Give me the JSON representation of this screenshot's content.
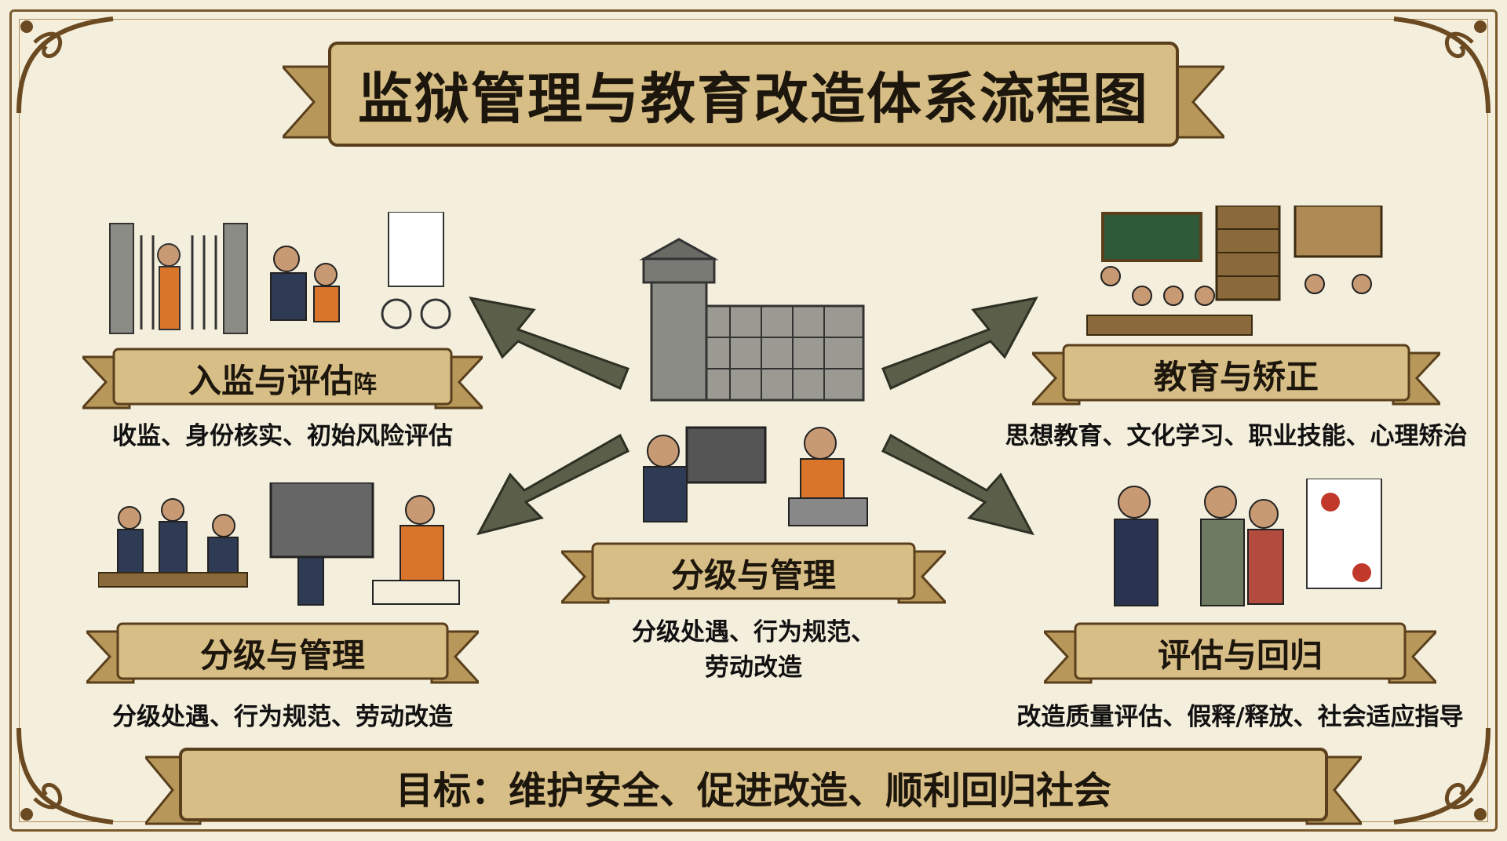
{
  "title": "监狱管理与教育改造体系流程图",
  "nodes": {
    "intake": {
      "label": "入监与评估",
      "label_extra": "阵",
      "desc": "收监、身份核实、初始风险评估"
    },
    "education": {
      "label": "教育与矫正",
      "desc": "思想教育、文化学习、职业技能、心理矫治"
    },
    "center": {
      "label": "分级与管理",
      "desc_line1": "分级处遇、行为规范、",
      "desc_line2": "劳动改造"
    },
    "classification": {
      "label": "分级与管理",
      "desc": "分级处遇、行为规范、劳动改造"
    },
    "reintegration": {
      "label": "评估与回归",
      "desc": "改造质量评估、假释/释放、社会适应指导"
    }
  },
  "goal": "目标：维护安全、促进改造、顺利回归社会",
  "colors": {
    "background": "#f4efdd",
    "banner": "#d7be86",
    "banner_dark": "#b8985a",
    "arrow": "#5b5f4a",
    "border": "#7a5a2c"
  }
}
